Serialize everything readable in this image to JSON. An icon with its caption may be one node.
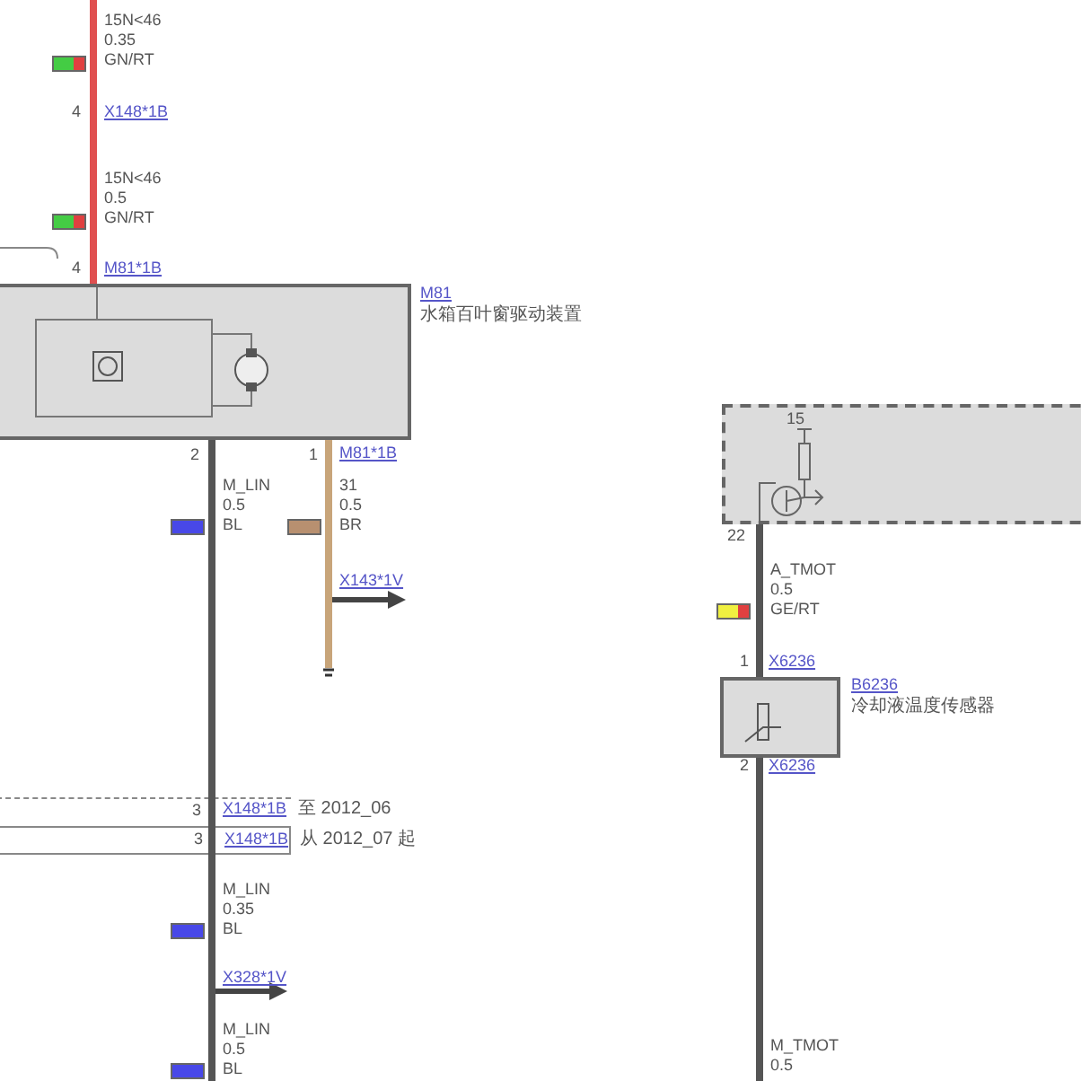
{
  "diagram": {
    "nodes": [
      {
        "text": [
          "M81",
          "水箱百叶窗驱动装置"
        ]
      },
      {
        "text": [
          "15"
        ]
      },
      {
        "text": [
          "B6236",
          "冷却液温度传感器"
        ]
      },
      {
        "text": [
          "3",
          "X148*1B"
        ],
        "beside": [
          "至 2012_06"
        ]
      },
      {
        "text": [
          "3",
          "X148*1B"
        ],
        "beside": [
          "从 2012_07 起"
        ]
      }
    ],
    "edges": [
      {
        "from": null,
        "to": 0,
        "arrow": "none",
        "color": "#e05050"
      },
      {
        "from": 0,
        "to": 3,
        "arrow": "none"
      },
      {
        "from": 4,
        "to": null,
        "arrow": "none"
      },
      {
        "from": 0,
        "to": null,
        "arrow": "none",
        "color": "#c8a57a"
      },
      {
        "from": 1,
        "to": 2,
        "arrow": "none"
      },
      {
        "from": 2,
        "to": null,
        "arrow": "none"
      },
      {
        "from": 3,
        "to": 4,
        "arrow": "none"
      }
    ],
    "labels": [
      "15N<46",
      "0.35",
      "GN/RT",
      "4",
      "X148*1B",
      "15N<46",
      "0.5",
      "GN/RT",
      "4",
      "M81*1B",
      "2",
      "1",
      "M81*1B",
      "M_LIN",
      "0.5",
      "BL",
      "31",
      "0.5",
      "BR",
      "X143*1V",
      "M_LIN",
      "0.35",
      "BL",
      "X328*1V",
      "M_LIN",
      "0.5",
      "BL",
      "22",
      "A_TMOT",
      "0.5",
      "GE/RT",
      "1",
      "X6236",
      "2",
      "X6236",
      "M_TMOT",
      "0.5"
    ]
  }
}
